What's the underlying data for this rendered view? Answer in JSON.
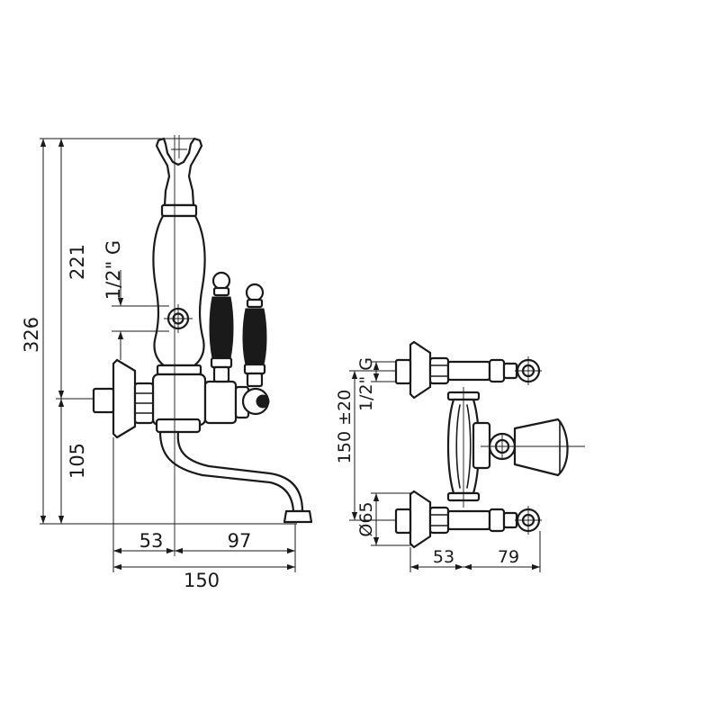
{
  "side_view": {
    "dim_total_height": "326",
    "dim_upper_height": "221",
    "dim_lower_height": "105",
    "dim_thread": "1/2\" G",
    "dim_spout_offset_a": "53",
    "dim_spout_offset_b": "97",
    "dim_overall_width": "150"
  },
  "front_view": {
    "dim_thread": "1/2\" G",
    "dim_spacing": "150 ±20",
    "dim_diameter": "Ø65",
    "dim_offset_a": "53",
    "dim_offset_b": "79"
  },
  "colors": {
    "line": "#1a1a1a",
    "background": "#ffffff"
  }
}
